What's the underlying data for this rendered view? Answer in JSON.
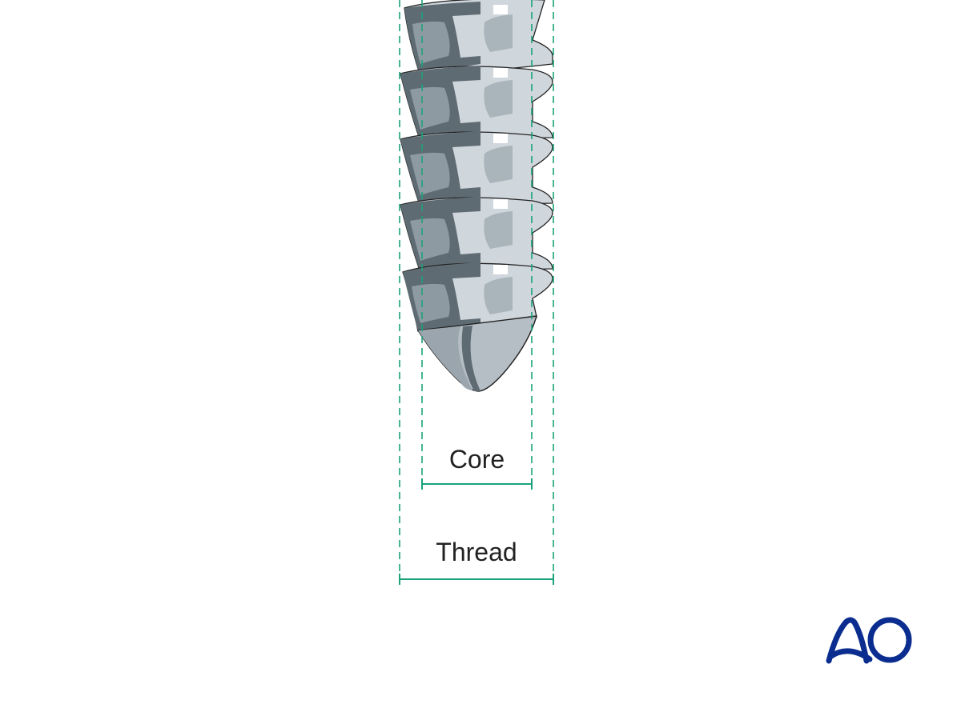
{
  "diagram": {
    "subject": "Screw tip with thread and core diameters",
    "labels": {
      "core": "Core",
      "thread": "Thread"
    },
    "colors": {
      "dimension_line": "#1aa37a",
      "screw_dark": "#5f6b73",
      "screw_mid": "#8e9aa2",
      "screw_light": "#cfd6dc",
      "screw_highlight": "#ffffff",
      "outline": "#222222"
    },
    "logo": {
      "text": "AO",
      "color": "#0a2d8f"
    }
  }
}
